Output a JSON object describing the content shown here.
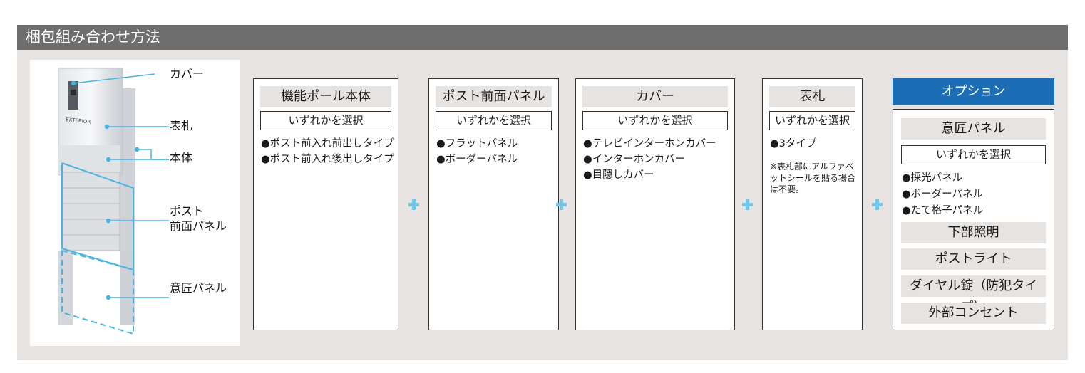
{
  "header": {
    "title": "梱包組み合わせ方法"
  },
  "product": {
    "exterior_text": "EXTERIOR",
    "callouts": [
      "カバー",
      "表札",
      "本体",
      "ポスト",
      "前面パネル",
      "意匠パネル"
    ]
  },
  "columns": [
    {
      "title": "機能ポール本体",
      "select": "いずれかを選択",
      "items": [
        "●ポスト前入れ前出しタイプ",
        "●ポスト前入れ後出しタイプ"
      ]
    },
    {
      "title": "ポスト前面パネル",
      "select": "いずれかを選択",
      "items": [
        "●フラットパネル",
        "●ボーダーパネル"
      ]
    },
    {
      "title": "カバー",
      "select": "いずれかを選択",
      "items": [
        "●テレビインターホンカバー",
        "●インターホンカバー",
        "●目隠しカバー"
      ]
    },
    {
      "title": "表札",
      "select": "いずれかを選択",
      "items": [
        "●3タイプ"
      ],
      "note": "※表札部にアルファベットシールを貼る場合は不要。"
    }
  ],
  "option": {
    "tab": "オプション",
    "design_panel": {
      "title": "意匠パネル",
      "select": "いずれかを選択",
      "items": [
        "●採光パネル",
        "●ボーダーパネル",
        "●たて格子パネル"
      ]
    },
    "others": [
      "下部照明",
      "ポストライト",
      "ダイヤル錠（防犯タイプ）",
      "外部コンセント"
    ]
  },
  "colors": {
    "header": "#6e6e6e",
    "panel": "#e6e3e0",
    "accent": "#1b6db6",
    "plus": "#6ec6ea"
  }
}
